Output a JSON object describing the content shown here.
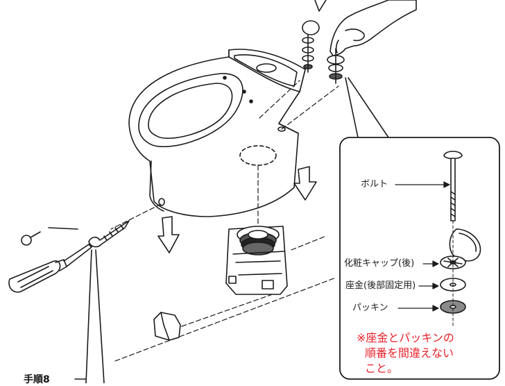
{
  "callout": {
    "bolt_label": "ボルト",
    "cap_label": "化粧キャップ(後)",
    "washer_label": "座金(後部固定用)",
    "packing_label": "パッキン",
    "warning_line1": "※座金とパッキンの",
    "warning_line2": "順番を間違えない",
    "warning_line3": "こと。"
  },
  "step_label": "手順8",
  "colors": {
    "line": "#1a1a1a",
    "warning": "#e8202a",
    "packing_fill": "#8a8a8a",
    "panel_border": "#1a1a1a"
  }
}
